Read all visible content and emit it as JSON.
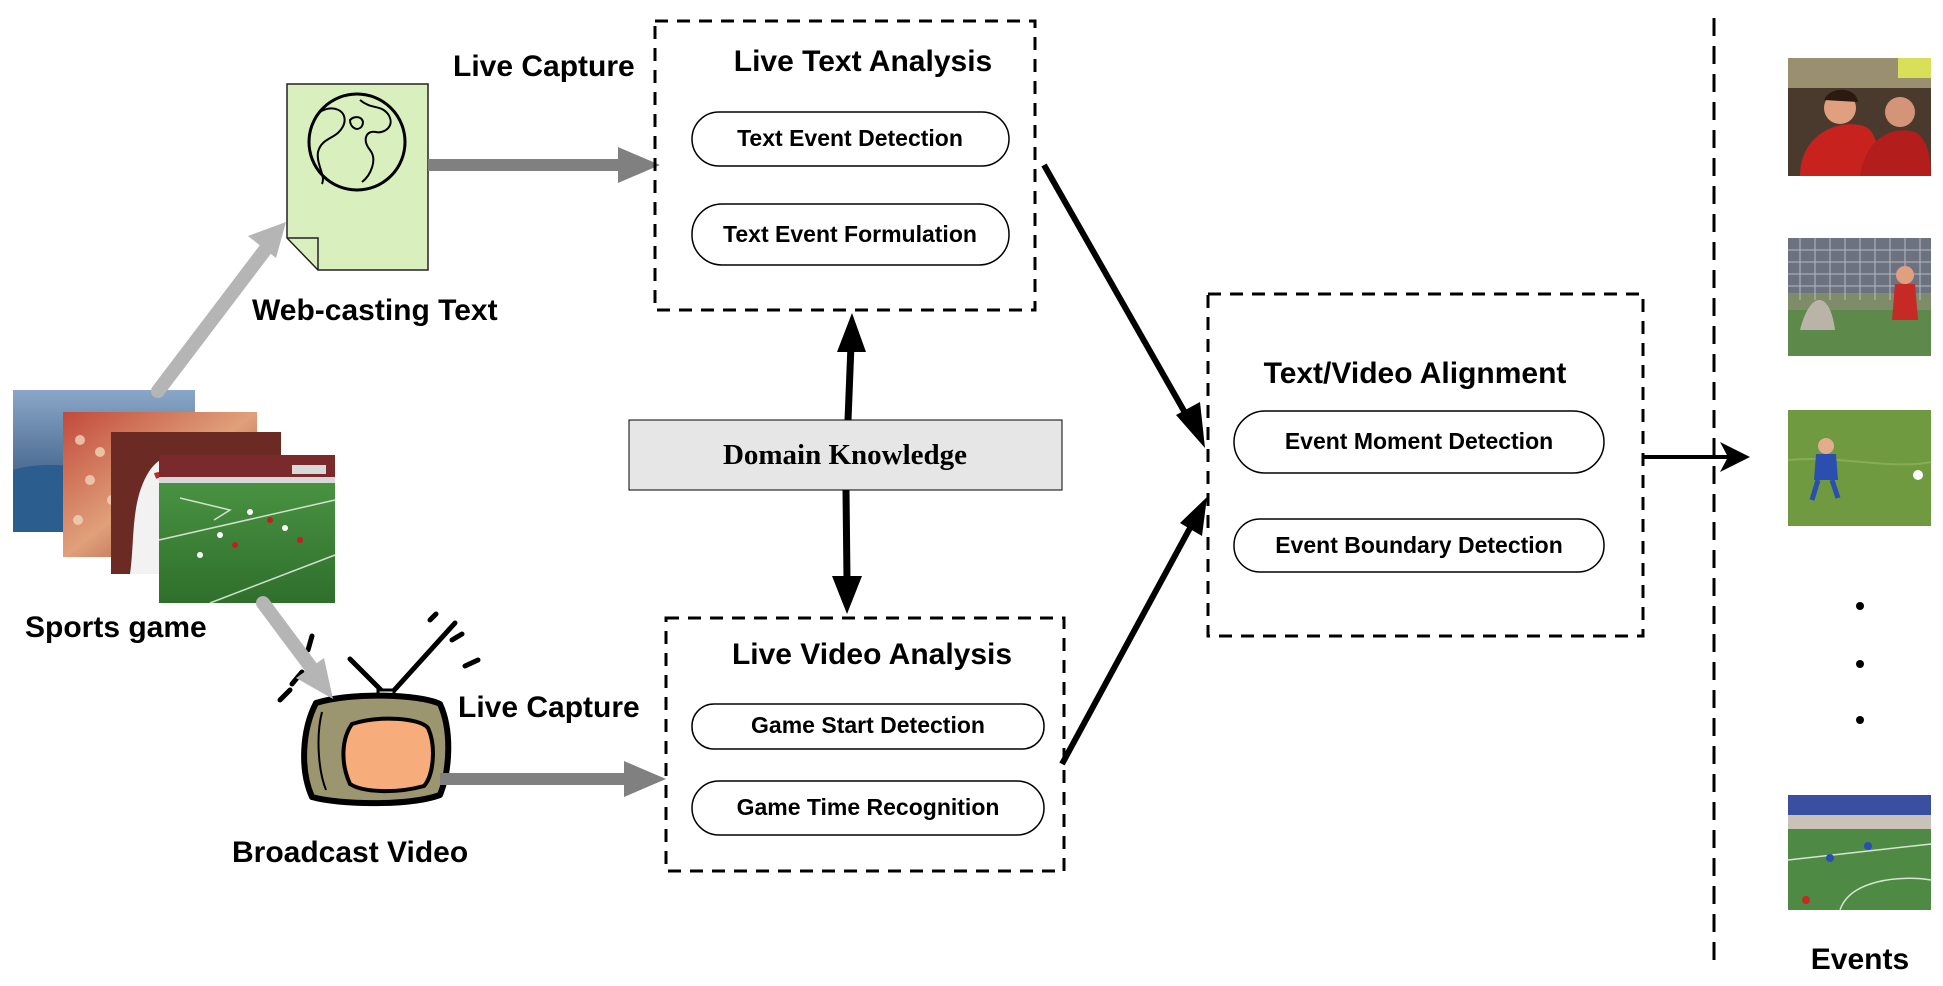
{
  "sources": {
    "webcasting_label": "Web-casting Text",
    "sports_label": "Sports game",
    "broadcast_label": "Broadcast Video",
    "live_capture_top": "Live Capture",
    "live_capture_bottom": "Live Capture"
  },
  "text_analysis": {
    "title": "Live Text Analysis",
    "items": [
      "Text Event Detection",
      "Text Event Formulation"
    ]
  },
  "domain_knowledge": "Domain Knowledge",
  "video_analysis": {
    "title": "Live Video Analysis",
    "items": [
      "Game Start Detection",
      "Game Time Recognition"
    ]
  },
  "alignment": {
    "title": "Text/Video Alignment",
    "items": [
      "Event Moment Detection",
      "Event Boundary Detection"
    ]
  },
  "events": {
    "label": "Events",
    "ellipsis": ". . ."
  },
  "colors": {
    "document_fill": "#d9efbe",
    "domain_fill": "#e6e6e6",
    "gray_arrow": "#808080",
    "light_arrow": "#b5b5b5",
    "tv_body": "#9b9670",
    "tv_screen": "#f6ad7b",
    "pitch_green": "#3f8a3a"
  },
  "icons": [
    "globe-icon",
    "document-icon",
    "tv-icon",
    "photo-stack-icon"
  ]
}
